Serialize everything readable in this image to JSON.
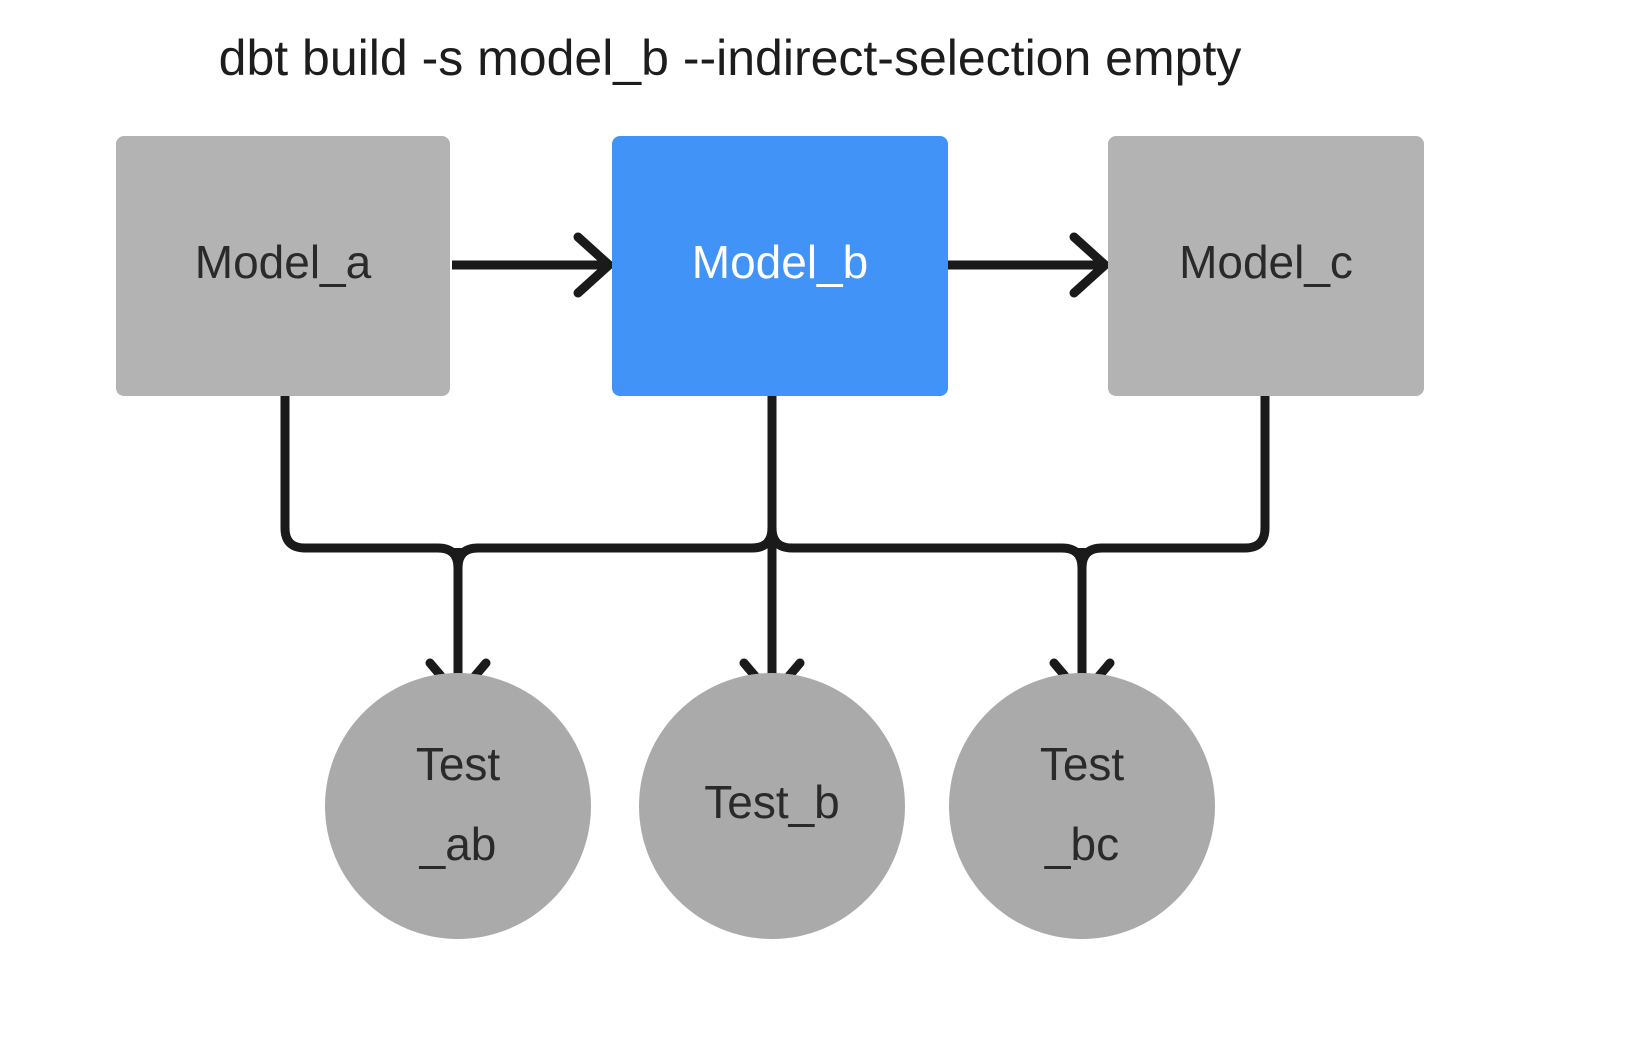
{
  "title": "dbt build -s model_b --indirect-selection empty",
  "colors": {
    "background": "#ffffff",
    "node_gray": "#b3b3b3",
    "node_selected_blue": "#4293f8",
    "edge_black": "#1a1a1a",
    "label_dark": "#2a2a2a",
    "label_light": "#ffffff",
    "title_color": "#1d1d1d"
  },
  "models": [
    {
      "id": "model_a",
      "label": "Model_a",
      "shape": "rectangle",
      "selected": false
    },
    {
      "id": "model_b",
      "label": "Model_b",
      "shape": "rectangle",
      "selected": true
    },
    {
      "id": "model_c",
      "label": "Model_c",
      "shape": "rectangle",
      "selected": false
    }
  ],
  "tests": [
    {
      "id": "test_ab",
      "line1": "Test",
      "line2": "_ab",
      "shape": "circle",
      "selected": false
    },
    {
      "id": "test_b",
      "line1": "Test_b",
      "line2": "",
      "shape": "circle",
      "selected": false
    },
    {
      "id": "test_bc",
      "line1": "Test",
      "line2": "_bc",
      "shape": "circle",
      "selected": false
    }
  ],
  "edges": [
    {
      "from": "model_a",
      "to": "model_b",
      "kind": "horizontal-arrow"
    },
    {
      "from": "model_b",
      "to": "model_c",
      "kind": "horizontal-arrow"
    },
    {
      "from": "model_a",
      "to": "test_ab",
      "kind": "elbow-arrow"
    },
    {
      "from": "model_b",
      "to": "test_ab",
      "kind": "elbow-arrow"
    },
    {
      "from": "model_b",
      "to": "test_b",
      "kind": "straight-arrow"
    },
    {
      "from": "model_b",
      "to": "test_bc",
      "kind": "elbow-arrow"
    },
    {
      "from": "model_c",
      "to": "test_bc",
      "kind": "elbow-arrow"
    }
  ]
}
